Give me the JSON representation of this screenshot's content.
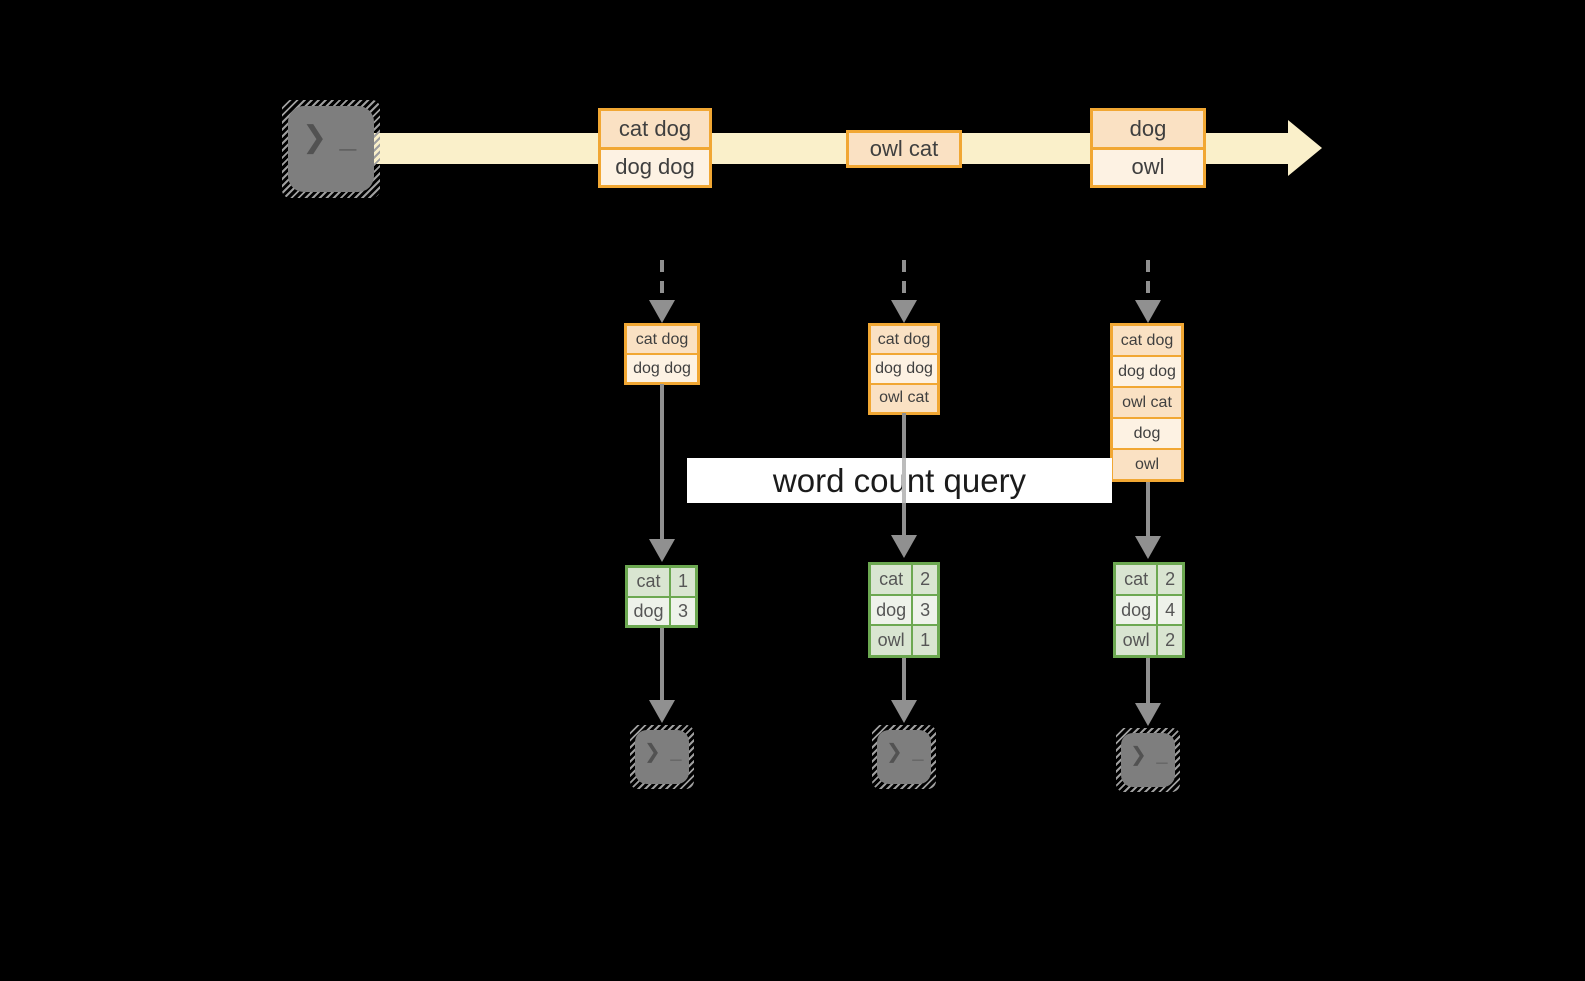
{
  "banner": {
    "label": "word count query"
  },
  "icons": {
    "terminal_glyph": "❯ _"
  },
  "colors": {
    "background": "#000000",
    "stream_band": "#FAF0CA",
    "message_border": "#F1A733",
    "message_fill_dark": "#FAE1C3",
    "message_fill_light": "#FDF2E3",
    "table_border": "#6CA851",
    "table_fill_dark": "#D9E5D1",
    "table_fill_light": "#EEF2EA",
    "arrow_gray": "#909090",
    "terminal_gray": "#7E7E7E"
  },
  "stream": {
    "messages": [
      {
        "lines": [
          "cat dog",
          "dog dog"
        ]
      },
      {
        "lines": [
          "owl cat"
        ]
      },
      {
        "lines": [
          "dog",
          "owl"
        ]
      }
    ]
  },
  "columns": [
    {
      "buffer": [
        "cat dog",
        "dog dog"
      ],
      "counts": [
        {
          "word": "cat",
          "count": "1"
        },
        {
          "word": "dog",
          "count": "3"
        }
      ]
    },
    {
      "buffer": [
        "cat dog",
        "dog dog",
        "owl cat"
      ],
      "counts": [
        {
          "word": "cat",
          "count": "2"
        },
        {
          "word": "dog",
          "count": "3"
        },
        {
          "word": "owl",
          "count": "1"
        }
      ]
    },
    {
      "buffer": [
        "cat dog",
        "dog dog",
        "owl cat",
        "dog",
        "owl"
      ],
      "counts": [
        {
          "word": "cat",
          "count": "2"
        },
        {
          "word": "dog",
          "count": "4"
        },
        {
          "word": "owl",
          "count": "2"
        }
      ]
    }
  ]
}
